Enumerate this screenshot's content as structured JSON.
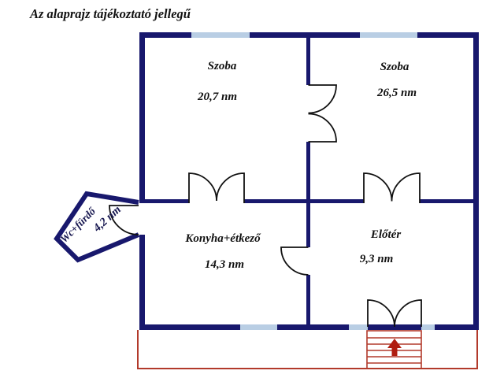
{
  "title": "Az alaprajz tájékoztató jellegű",
  "colors": {
    "wall": "#18186d",
    "window": "#b9cee4",
    "door_arc": "#111111",
    "terrace_outline": "#b23a2b",
    "stair_arrow": "#b01d10",
    "label_text": "#111111"
  },
  "rooms": [
    {
      "name": "Szoba",
      "area": "20,7 nm"
    },
    {
      "name": "Szoba",
      "area": "26,5 nm"
    },
    {
      "name": "Konyha+étkező",
      "area": "14,3 nm"
    },
    {
      "name": "Előtér",
      "area": "9,3 nm"
    },
    {
      "name": "Wc+fürdő",
      "area": "4,2 nm"
    }
  ]
}
